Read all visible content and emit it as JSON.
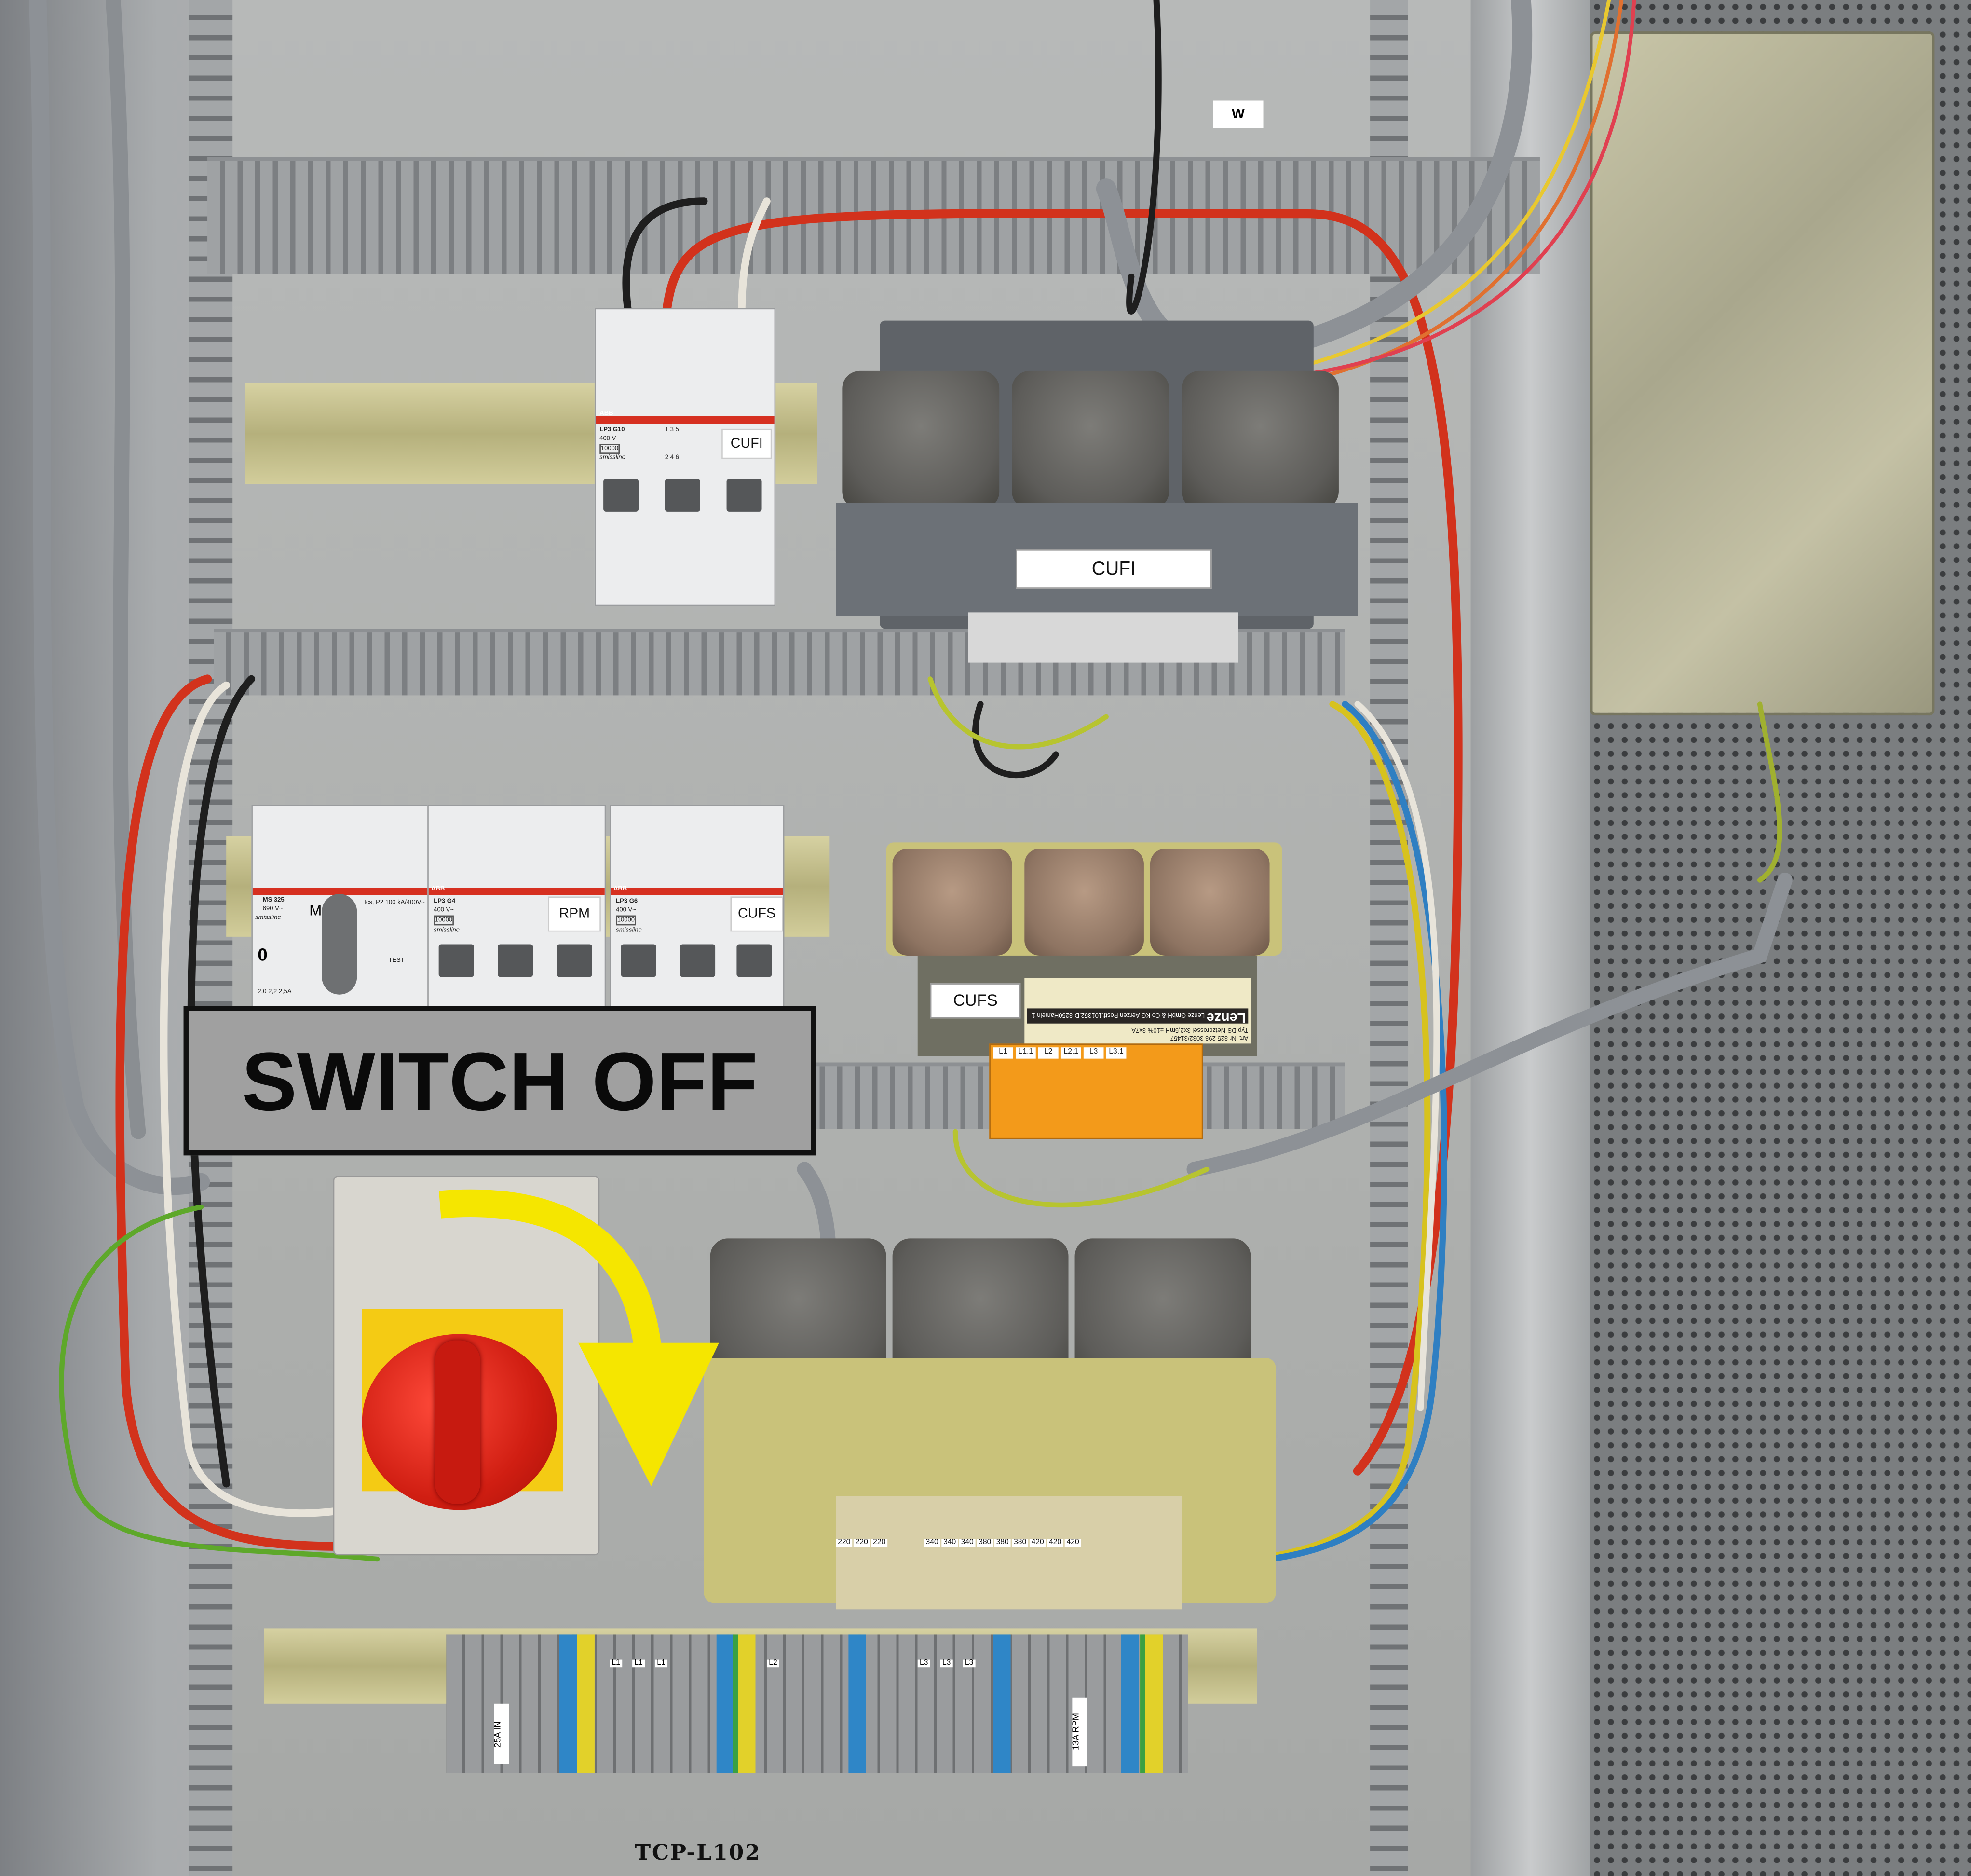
{
  "annotation": {
    "text": "SWITCH OFF",
    "arrow_color": "#f5e600",
    "label_bg": "#a0a0a0"
  },
  "top_breaker": {
    "brand": "ABB",
    "model": "LP3 G10",
    "voltage": "400 V~",
    "rating": "10000",
    "series": "smissline",
    "poles_top": "1 3 5",
    "poles_bottom": "2 4 6",
    "label": "CUFI"
  },
  "transformer_top": {
    "label": "CUFI"
  },
  "breakers": [
    {
      "model": "MS 325",
      "voltage": "690 V~",
      "series": "smissline",
      "label": "MP",
      "spec": "Ics, P2 100 kA/400V~",
      "test": "TEST",
      "off": "0",
      "range": "2,0  2,2  2,5A"
    },
    {
      "brand": "ABB",
      "model": "LP3 G4",
      "voltage": "400 V~",
      "rating": "10000",
      "series": "smissline",
      "label": "RPM"
    },
    {
      "brand": "ABB",
      "model": "LP3 G6",
      "voltage": "400 V~",
      "rating": "10000",
      "series": "smissline",
      "label": "CUFS"
    }
  ],
  "choke": {
    "label": "CUFS",
    "art_label": "Art.-Nr",
    "art_no": "325 293",
    "code": "3032/31457",
    "typ_label": "Typ",
    "typ": "DS-Netzdrossel 3x2,5mH ±10% 3x7A",
    "brand": "Lenze",
    "maker": "Lenze GmbH & Co KG Aerzen",
    "address": "Postf.101352,D-3250Hameln 1",
    "terminals": [
      "L1",
      "L1,1",
      "L2",
      "L2,1",
      "L3",
      "L3,1"
    ]
  },
  "transformer_main": {
    "taps": [
      "220",
      "220",
      "220",
      "",
      "",
      "340",
      "340",
      "340",
      "380",
      "380",
      "380",
      "420",
      "420",
      "420"
    ]
  },
  "terminal_rail": {
    "labels": [
      "25A IN",
      "L1",
      "L1",
      "L1",
      "L2",
      "L3",
      "L3",
      "L3",
      "13A RPM"
    ]
  },
  "cabinet_tag": "TCP-L102",
  "wire_tag": "W"
}
